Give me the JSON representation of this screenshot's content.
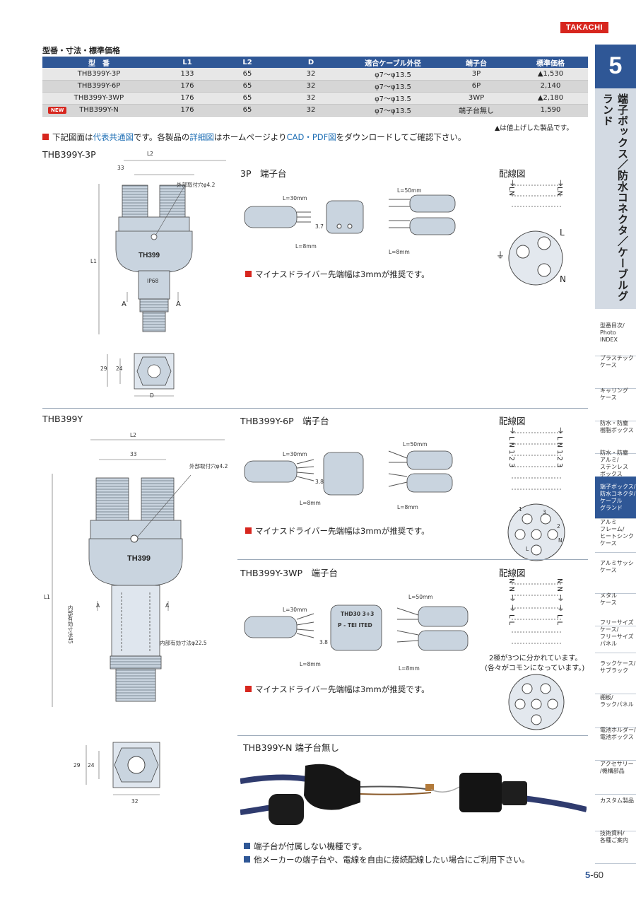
{
  "brand": "TAKACHI",
  "table": {
    "title": "型番・寸法・標準価格",
    "headers": [
      "型　番",
      "L1",
      "L2",
      "D",
      "適合ケーブル外径",
      "端子台",
      "標準価格"
    ],
    "rows": [
      {
        "model": "THB399Y-3P",
        "l1": "133",
        "l2": "65",
        "d": "32",
        "cable": "φ7～φ13.5",
        "terminal": "3P",
        "price": "▲1,530",
        "new": ""
      },
      {
        "model": "THB399Y-6P",
        "l1": "176",
        "l2": "65",
        "d": "32",
        "cable": "φ7～φ13.5",
        "terminal": "6P",
        "price": "2,140",
        "new": ""
      },
      {
        "model": "THB399Y-3WP",
        "l1": "176",
        "l2": "65",
        "d": "32",
        "cable": "φ7～φ13.5",
        "terminal": "3WP",
        "price": "▲2,180",
        "new": ""
      },
      {
        "model": "THB399Y-N",
        "l1": "176",
        "l2": "65",
        "d": "32",
        "cable": "φ7～φ13.5",
        "terminal": "端子台無し",
        "price": "1,590",
        "new": "NEW"
      }
    ],
    "note": "▲は値上げした製品です。"
  },
  "intro": {
    "p1": "下記図面は",
    "h1": "代表共通図",
    "p2": "です。各製品の",
    "h2": "詳細図",
    "p3": "はホームページより",
    "h3": "CAD・PDF図",
    "p4": "をダウンロードしてご確認下さい。"
  },
  "sec1": {
    "title": "THB399Y-3P",
    "dims": {
      "l2": "L2",
      "w33": "33",
      "hole": "外部取付穴φ4.2",
      "l1": "L1",
      "a": "A",
      "h29": "29",
      "h24": "24",
      "d": "D",
      "logo": "TH399",
      "ip": "IP68"
    },
    "terminal_title": "3P　端子台",
    "wiring_title": "配線図",
    "meas": {
      "l30": "L=30mm",
      "l50": "L=50mm",
      "l8a": "L=8mm",
      "l8b": "L=8mm",
      "v37": "3.7"
    },
    "wiring_labels": {
      "left": [
        "⏚",
        "L",
        "N"
      ],
      "right": [
        "⏚",
        "L",
        "N"
      ]
    },
    "face_labels": {
      "l": "L",
      "n": "N",
      "g": "⏚"
    },
    "note": "マイナスドライバー先端幅は3mmが推奨です。"
  },
  "sec2": {
    "title": "THB399Y",
    "dims": {
      "l2": "L2",
      "w33": "33",
      "hole": "外部取付穴φ4.2",
      "l1": "L1",
      "a": "A",
      "inner45": "内部有効寸法45",
      "inner22": "内部有効寸法φ22.5",
      "h29": "29",
      "h24": "24",
      "d32": "32",
      "logo": "TH399"
    },
    "terminal_title": "THB399Y-6P　端子台",
    "wiring_title": "配線図",
    "meas": {
      "l30": "L=30mm",
      "l50": "L=50mm",
      "l8a": "L=8mm",
      "l8b": "L=8mm",
      "v38": "3.8"
    },
    "wiring_labels": {
      "left": [
        "⏚",
        "L",
        "N",
        "1",
        "2",
        "3"
      ],
      "right": [
        "⏚",
        "L",
        "N",
        "1",
        "2",
        "3"
      ]
    },
    "face_labels": {
      "one": "1",
      "two": "2",
      "three": "3",
      "l": "L",
      "n": "N"
    },
    "note": "マイナスドライバー先端幅は3mmが推奨です。"
  },
  "sec3": {
    "title": "THB399Y-3WP　端子台",
    "wiring_title": "配線図",
    "meas": {
      "l30": "L=30mm",
      "l50": "L=50mm",
      "l8a": "L=8mm",
      "l8b": "L=8mm",
      "v38": "3.8",
      "part_a": "THD30 3+3",
      "part_b": "P - TEI ITED"
    },
    "wiring_labels": {
      "left": [
        "N",
        "N",
        "⏚",
        "⏚",
        "L",
        "L"
      ],
      "right": [
        "N",
        "N",
        "⏚",
        "⏚",
        "L",
        "L"
      ]
    },
    "wiring_note_1": "2極が3つに分かれています。",
    "wiring_note_2": "(各々がコモンになっています。)",
    "note": "マイナスドライバー先端幅は3mmが推奨です。"
  },
  "sec4": {
    "title": "THB399Y-N 端子台無し",
    "note1": "端子台が付属しない機種です。",
    "note2": "他メーカーの端子台や、電線を自由に接続配線したい場合にご利用下さい。"
  },
  "sidebar": {
    "number": "5",
    "category": "端子ボックス／防水コネクタ／ケーブルグランド",
    "tabs": [
      {
        "label": "型番目次/\nPhoto\nINDEX",
        "active": false
      },
      {
        "label": "プラスチック\nケース",
        "active": false
      },
      {
        "label": "キャリング\nケース",
        "active": false
      },
      {
        "label": "防水・防塵\n樹脂ボックス",
        "active": false
      },
      {
        "label": "防水・防塵\nアルミ/\nステンレス\nボックス",
        "active": false
      },
      {
        "label": "端子ボックス/\n防水コネクタ/\nケーブル\nグランド",
        "active": true
      },
      {
        "label": "アルミ\nフレーム/\nヒートシンク\nケース",
        "active": false
      },
      {
        "label": "アルミサッシ\nケース",
        "active": false
      },
      {
        "label": "メタル\nケース",
        "active": false
      },
      {
        "label": "フリーサイズ\nケース/\nフリーサイズ\nパネル",
        "active": false
      },
      {
        "label": "ラックケース/\nサブラック",
        "active": false
      },
      {
        "label": "棚板/\nラックパネル",
        "active": false
      },
      {
        "label": "電池ホルダー/\n電池ボックス",
        "active": false
      },
      {
        "label": "アクセサリー\n/機構部品",
        "active": false
      },
      {
        "label": "カスタム製品",
        "active": false
      },
      {
        "label": "技術資料/\n各種ご案内",
        "active": false
      }
    ]
  },
  "page": {
    "section": "5",
    "number": "-60"
  }
}
